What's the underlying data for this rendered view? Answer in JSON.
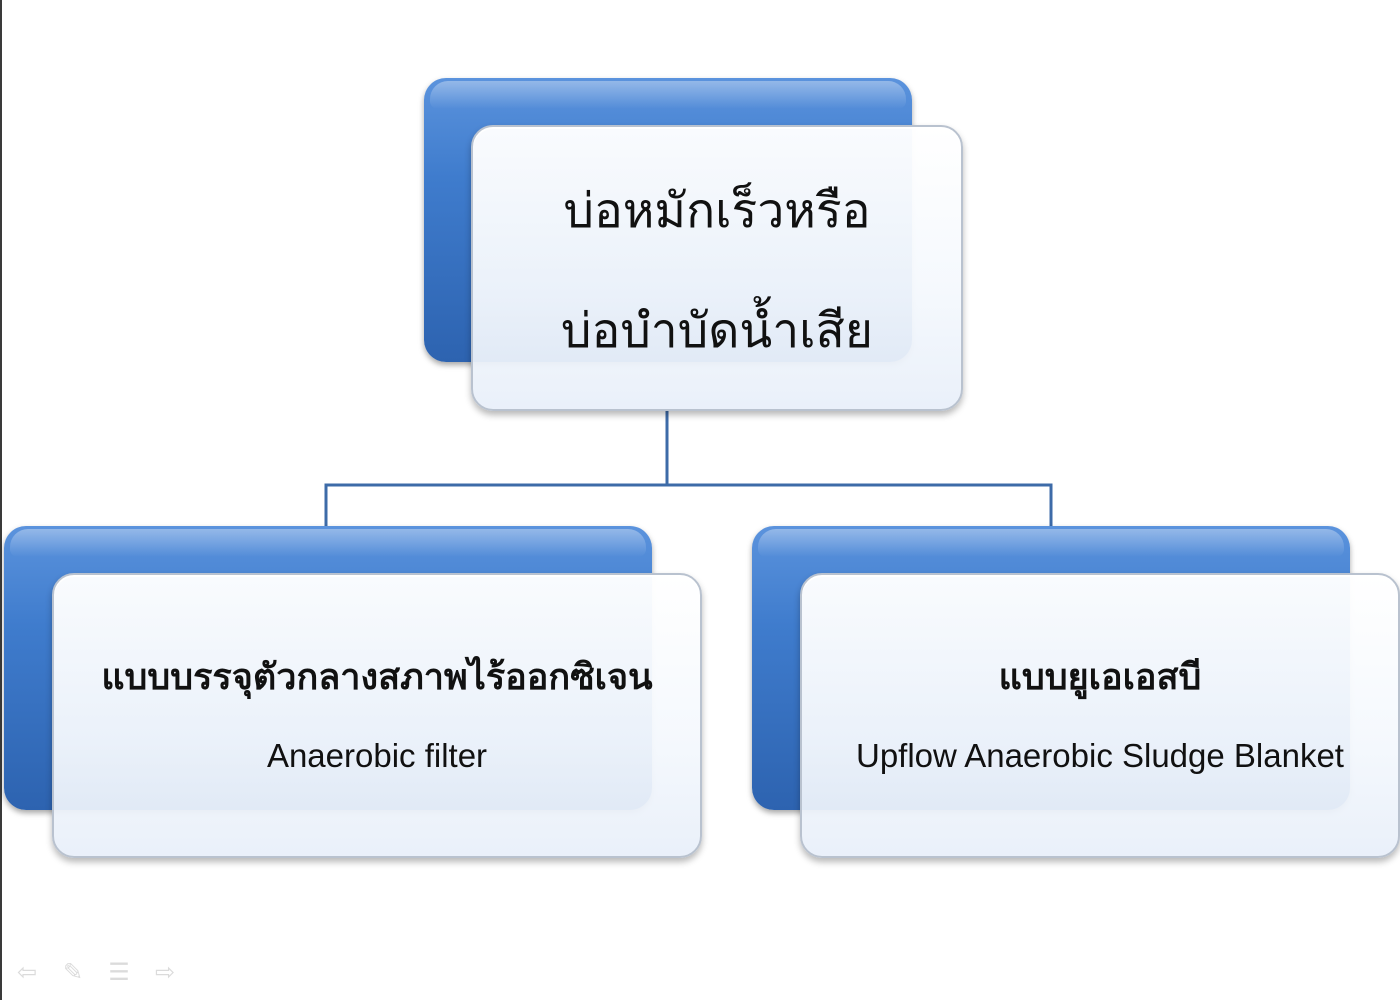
{
  "diagram": {
    "root": {
      "lines": [
        "บ่อหมักเร็วหรือ",
        "บ่อบำบัดน้ำเสีย"
      ]
    },
    "children": [
      {
        "title": "แบบบรรจุตัวกลางสภาพไร้ออกซิเจน",
        "subtitle": "Anaerobic filter"
      },
      {
        "title": "แบบยูเอเอสบี",
        "subtitle": "Upflow Anaerobic Sludge Blanket"
      }
    ],
    "colors": {
      "box_accent": "#3f7ccd",
      "connector": "#3d6ba8"
    }
  },
  "nav": {
    "icons": [
      "arrow-left-icon",
      "pen-icon",
      "menu-icon",
      "arrow-right-icon"
    ]
  }
}
